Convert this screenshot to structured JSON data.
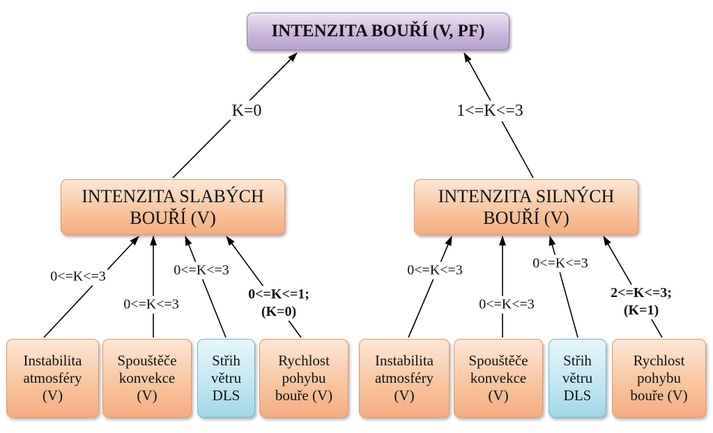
{
  "root": {
    "label": "INTENZITA BOUŘÍ (V, PF)"
  },
  "left_group": {
    "edge_label": "K=0",
    "node": {
      "line1": "INTENZITA SLABÝCH",
      "line2": "BOUŘÍ (V)"
    },
    "children": [
      {
        "lines": [
          "Instabilita",
          "atmosféry",
          "(V)"
        ],
        "edge_lines": [
          "0<=K<=3"
        ],
        "color": "orange"
      },
      {
        "lines": [
          "Spouštěče",
          "konvekce",
          "(V)"
        ],
        "edge_lines": [
          "0<=K<=3"
        ],
        "color": "orange"
      },
      {
        "lines": [
          "Střih",
          "větru",
          "DLS"
        ],
        "edge_lines": [
          "0<=K<=3"
        ],
        "color": "blue"
      },
      {
        "lines": [
          "Rychlost",
          "pohybu",
          "bouře (V)"
        ],
        "edge_lines": [
          "0<=K<=1;",
          "(K=0)"
        ],
        "color": "orange"
      }
    ]
  },
  "right_group": {
    "edge_label": "1<=K<=3",
    "node": {
      "line1": "INTENZITA SILNÝCH",
      "line2": "BOUŘÍ (V)"
    },
    "children": [
      {
        "lines": [
          "Instabilita",
          "atmosféry",
          "(V)"
        ],
        "edge_lines": [
          "0<=K<=3"
        ],
        "color": "orange"
      },
      {
        "lines": [
          "Spouštěče",
          "konvekce",
          "(V)"
        ],
        "edge_lines": [
          "0<=K<=3"
        ],
        "color": "orange"
      },
      {
        "lines": [
          "Střih",
          "větru",
          "DLS"
        ],
        "edge_lines": [
          "0<=K<=3"
        ],
        "color": "blue"
      },
      {
        "lines": [
          "Rychlost",
          "pohybu",
          "bouře (V)"
        ],
        "edge_lines": [
          "2<=K<=3;",
          "(K=1)"
        ],
        "color": "orange"
      }
    ]
  }
}
